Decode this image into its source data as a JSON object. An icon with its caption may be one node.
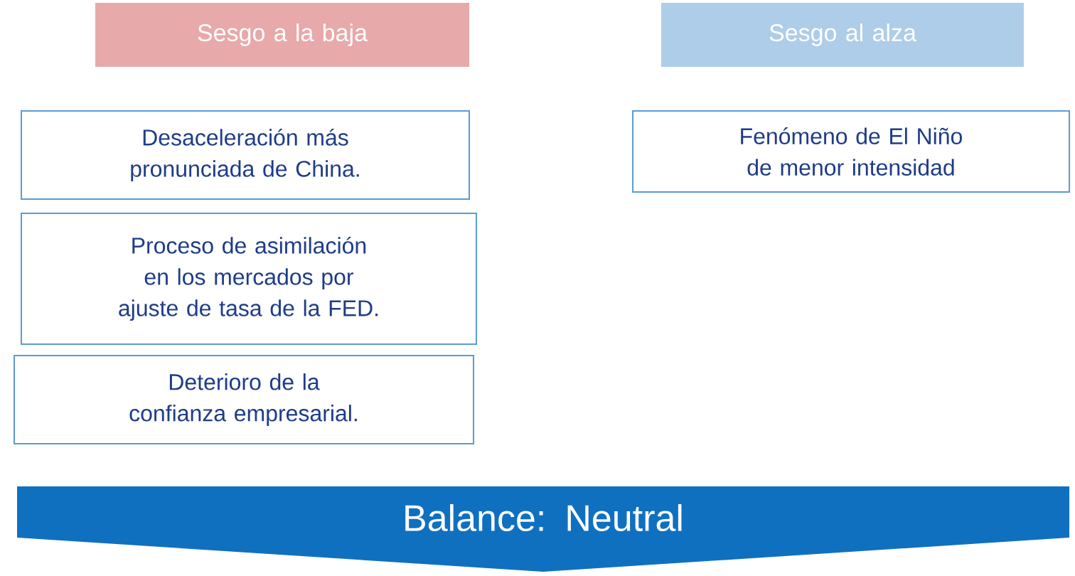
{
  "diagram": {
    "nodes": [
      {
        "text": [
          "Sesgo a la baja"
        ]
      },
      {
        "text": [
          "Desaceleración más pronunciada de China."
        ]
      },
      {
        "text": [
          "Proceso de asimilación en los mercados por ajuste de tasa de la FED."
        ]
      },
      {
        "text": [
          "Deterioro de la confianza empresarial."
        ]
      },
      {
        "text": [
          "Sesgo al alza"
        ]
      },
      {
        "text": [
          "Fenómeno de El Niño de menor intensidad"
        ]
      },
      {
        "text": [
          "Balance: Neutral"
        ]
      }
    ]
  }
}
